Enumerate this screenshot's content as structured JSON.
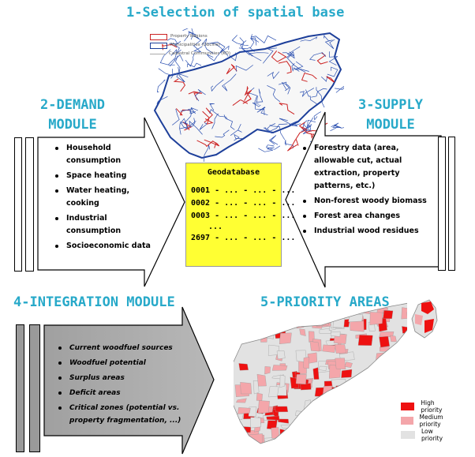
{
  "titles": {
    "t1": "1-Selection of spatial base",
    "t2a": "2-DEMAND",
    "t2b": "MODULE",
    "t3a": "3-SUPPLY",
    "t3b": "MODULE",
    "t4": "4-INTEGRATION MODULE",
    "t5": "5-PRIORITY AREAS"
  },
  "demand_items": [
    "Household consumption",
    "Space heating",
    "Water heating, cooking",
    "Industrial consumption",
    "Socioeconomic data"
  ],
  "supply_items": [
    "Forestry data (area, allowable cut, actual extraction, property patterns, etc.)",
    "Non-forest woody biomass",
    "Forest area changes",
    "Industrial wood residues"
  ],
  "integration_items": [
    "Current woodfuel sources",
    "Woodfuel potential",
    "Surplus areas",
    "Deficit areas",
    "Critical zones (potential vs. property fragmentation, ...)"
  ],
  "geodatabase": {
    "header": "Geodatabase",
    "rows": [
      "0001 - ... - ... - ...",
      "0002 - ... - ... - ...",
      "0003 - ... - ... - ...",
      "...",
      "2697 - ... - ... - ..."
    ]
  },
  "top_map_legend": [
    "Property Regions",
    "Municipalities (Obcine)",
    "Cadastral Communities (KO)"
  ],
  "priority_legend": [
    {
      "label": "High priority",
      "color": "#ee1111"
    },
    {
      "label": "Medium priority",
      "color": "#f4a6aa"
    },
    {
      "label": "Low priority",
      "color": "#e2e2e2"
    }
  ],
  "colors": {
    "title": "#27a9c9",
    "geodatabase": "#ffff33",
    "integration_arrow": "#a8a8a8"
  }
}
